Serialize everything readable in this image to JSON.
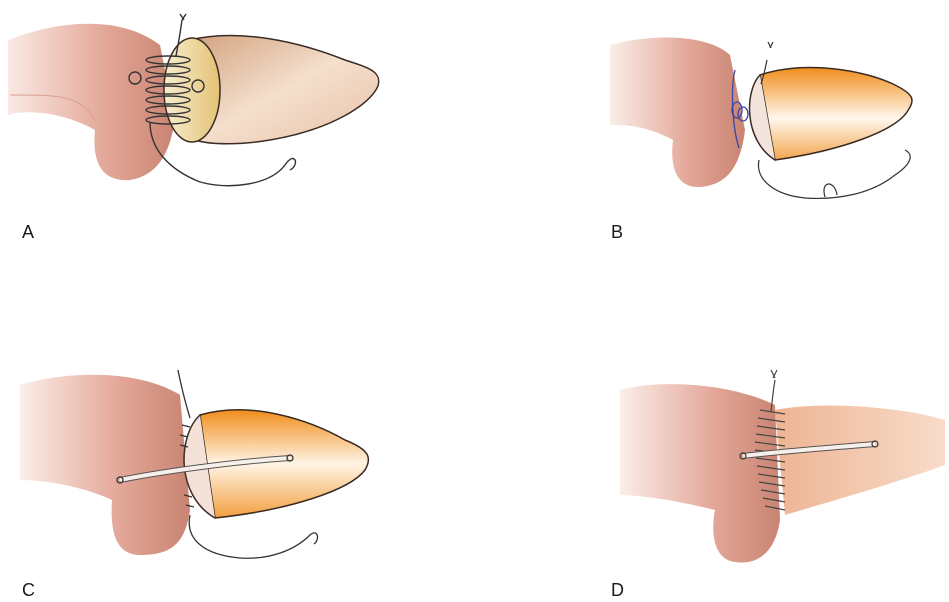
{
  "panels": [
    {
      "id": "A",
      "label": "A",
      "icon": "suture-stitch-illustration"
    },
    {
      "id": "B",
      "label": "B",
      "icon": "suture-stitch-illustration"
    },
    {
      "id": "C",
      "label": "C",
      "icon": "stent-suture-illustration"
    },
    {
      "id": "D",
      "label": "D",
      "icon": "stent-suture-illustration"
    }
  ],
  "colors": {
    "stump": "#e2a596",
    "stump_dark": "#c7826f",
    "cone_a": "#e9c4a7",
    "cone_b": "#f29a2e",
    "cone_c": "#f3a13b",
    "cone_d": "#f3c4a8",
    "suture": "#333333",
    "suture_blue": "#3a46a5"
  }
}
